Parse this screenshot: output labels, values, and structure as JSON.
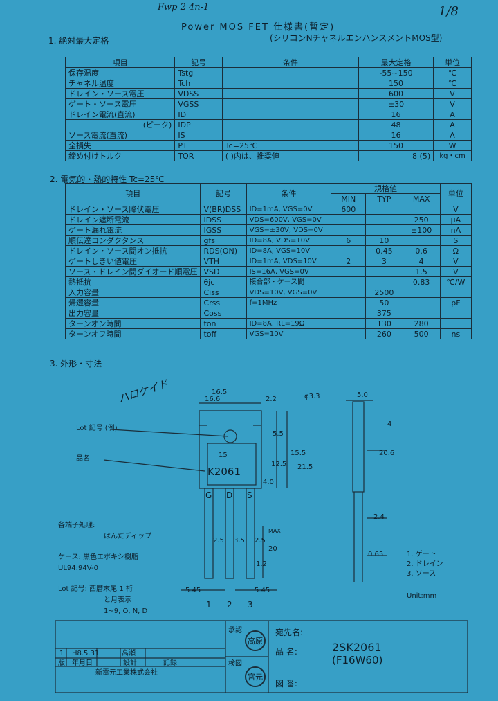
{
  "header": {
    "note_left": "Fwp 2 4n-1",
    "note_right": "1/8",
    "title_line1": "Power MOS FET 仕様書(暫定)",
    "title_line2": "(シリコンNチャネルエンハンスメントMOS型)"
  },
  "section1": {
    "title": "1. 絶対最大定格",
    "headers": [
      "項目",
      "記号",
      "条件",
      "最大定格",
      "単位"
    ],
    "rows": [
      [
        "保存温度",
        "Tstg",
        "",
        "-55~150",
        "℃"
      ],
      [
        "チャネル温度",
        "Tch",
        "",
        "150",
        "℃"
      ],
      [
        "ドレイン・ソース電圧",
        "VDSS",
        "",
        "600",
        "V"
      ],
      [
        "ゲート・ソース電圧",
        "VGSS",
        "",
        "±30",
        "V"
      ],
      [
        "ドレイン電流(直流)",
        "ID",
        "",
        "16",
        "A"
      ],
      [
        "(ピーク)",
        "IDP",
        "",
        "48",
        "A"
      ],
      [
        "ソース電流(直流)",
        "IS",
        "",
        "16",
        "A"
      ],
      [
        "全損失",
        "PT",
        "Tc=25℃",
        "150",
        "W"
      ],
      [
        "締め付けトルク",
        "TOR",
        "( )内は、推奨値",
        "8 (5)",
        "kg・cm"
      ]
    ]
  },
  "section2": {
    "title": "2. 電気的・熱的特性 Tc=25℃",
    "headers": [
      "項目",
      "記号",
      "条件",
      "規格値",
      "MIN",
      "TYP",
      "MAX",
      "単位"
    ],
    "rows": [
      [
        "ドレイン・ソース降伏電圧",
        "V(BR)DSS",
        "ID=1mA, VGS=0V",
        "600",
        "",
        "",
        "V"
      ],
      [
        "ドレイン遮断電流",
        "IDSS",
        "VDS=600V, VGS=0V",
        "",
        "",
        "250",
        "μA"
      ],
      [
        "ゲート漏れ電流",
        "IGSS",
        "VGS=±30V, VDS=0V",
        "",
        "",
        "±100",
        "nA"
      ],
      [
        "順伝達コンダクタンス",
        "gfs",
        "ID=8A, VDS=10V",
        "6",
        "10",
        "",
        "S"
      ],
      [
        "ドレイン・ソース間オン抵抗",
        "RDS(ON)",
        "ID=8A, VGS=10V",
        "",
        "0.45",
        "0.6",
        "Ω"
      ],
      [
        "ゲートしきい値電圧",
        "VTH",
        "ID=1mA, VDS=10V",
        "2",
        "3",
        "4",
        "V"
      ],
      [
        "ソース・ドレイン間ダイオード順電圧",
        "VSD",
        "IS=16A, VGS=0V",
        "",
        "",
        "1.5",
        "V"
      ],
      [
        "熱抵抗",
        "θjc",
        "接合部・ケース間",
        "",
        "",
        "0.83",
        "℃/W"
      ],
      [
        "入力容量",
        "Ciss",
        "VDS=10V, VGS=0V",
        "",
        "2500",
        "",
        ""
      ],
      [
        "帰還容量",
        "Crss",
        "f=1MHz",
        "",
        "50",
        "",
        "pF"
      ],
      [
        "出力容量",
        "Coss",
        "",
        "",
        "375",
        "",
        ""
      ],
      [
        "ターンオン時間",
        "ton",
        "ID=8A, RL=19Ω",
        "",
        "130",
        "280",
        ""
      ],
      [
        "ターンオフ時間",
        "toff",
        "VGS=10V",
        "",
        "260",
        "500",
        "ns"
      ]
    ]
  },
  "section3": {
    "title": "3. 外形・寸法",
    "hand_note": "ハロケイド",
    "lot_label": "Lot 記号 (例)",
    "name_label": "品名",
    "part_marking": "K2061",
    "lot_mark": "15",
    "pins": [
      "G",
      "D",
      "S"
    ],
    "pin_numbers": [
      "1",
      "2",
      "3"
    ],
    "dims": [
      "16.5",
      "16.6",
      "2.2",
      "φ3.3",
      "5.0",
      "4",
      "20.6",
      "15.5",
      "12.5",
      "4.0",
      "5.5",
      "21.5",
      "2.4",
      "2.5",
      "3.5",
      "2.5",
      "20",
      "1.2",
      "0.65",
      "5.45",
      "5.45",
      "MAX"
    ],
    "pin_legend": [
      "1. ゲート",
      "2. ドレイン",
      "3. ソース"
    ],
    "unit": "Unit:mm",
    "terminal_process_title": "各端子処理:",
    "terminal_process": "はんだディップ",
    "case_title": "ケース: 黒色エポキシ樹脂",
    "case_spec": "UL94:94V-0",
    "lot_code_title": "Lot 記号: 西暦末尾 1 桁",
    "lot_code_1": "と月表示",
    "lot_code_2": "1~9, O, N, D"
  },
  "footer": {
    "approval": "承認",
    "check": "検図",
    "destination": "宛先名:",
    "product_label": "品 名:",
    "product_name": "2SK2061",
    "product_sub": "(F16W60)",
    "drawing_label": "図 番:",
    "revision_row": [
      "1",
      "H8.5.31",
      "高瀬"
    ],
    "sign_headers": [
      "版",
      "年月日",
      "設計",
      "記録"
    ],
    "sign_row2": [
      "",
      "",
      "",
      ""
    ],
    "company": "新電元工業株式会社",
    "stamp1": "高原",
    "stamp2": "宮元"
  },
  "colors": {
    "background": "#379fc6",
    "ink": "#0d1f2b"
  }
}
